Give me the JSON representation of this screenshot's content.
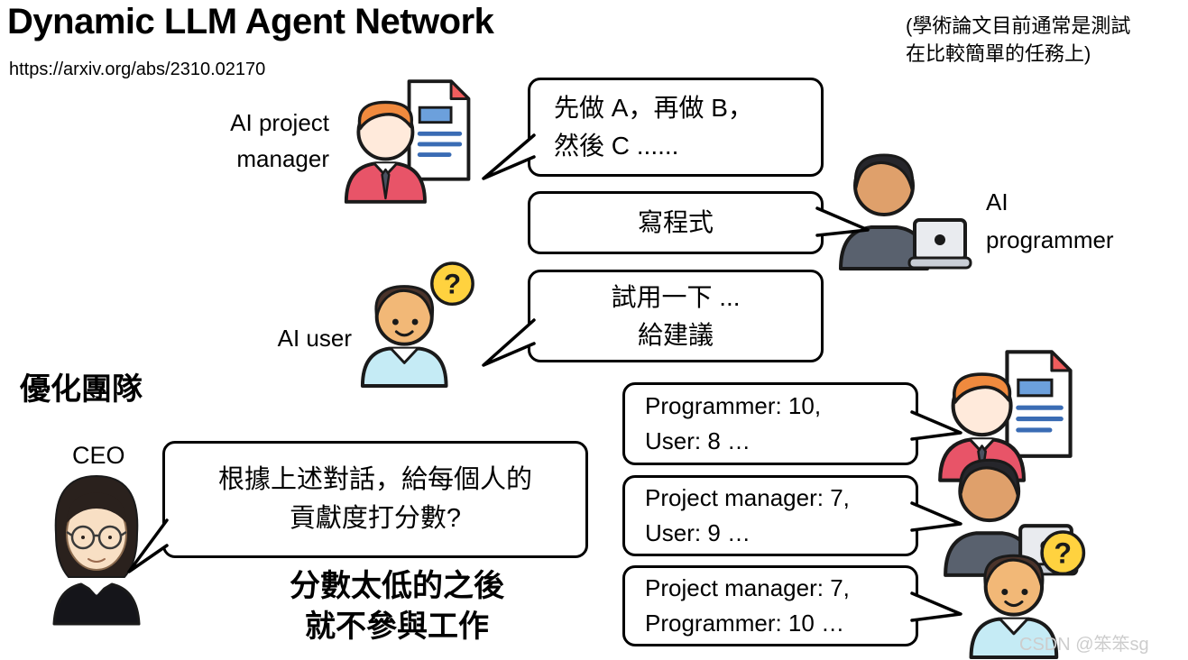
{
  "header": {
    "title": "Dynamic LLM Agent Network",
    "url": "https://arxiv.org/abs/2310.02170",
    "note": "(學術論文目前通常是測試\n在比較簡單的任務上)"
  },
  "labels": {
    "project_manager": "AI project\nmanager",
    "programmer": "AI\nprogrammer",
    "user": "AI user",
    "ceo": "CEO",
    "optimize_team": "優化團隊",
    "low_score_rule": "分數太低的之後\n就不參與工作"
  },
  "bubbles": {
    "pm_plan": "先做 A，再做 B，\n然後 C ......",
    "programmer_task": "寫程式",
    "user_feedback": "試用一下 ...\n給建議",
    "ceo_question": "根據上述對話，給每個人的\n貢獻度打分數?",
    "pm_scores": "Programmer: 10,\nUser: 8 …",
    "programmer_scores": "Project manager: 7,\nUser: 9 …",
    "user_scores": "Project manager: 7,\nProgrammer: 10 …"
  },
  "icons": {
    "question_mark": "?"
  },
  "watermark": "CSDN @笨笨sg"
}
